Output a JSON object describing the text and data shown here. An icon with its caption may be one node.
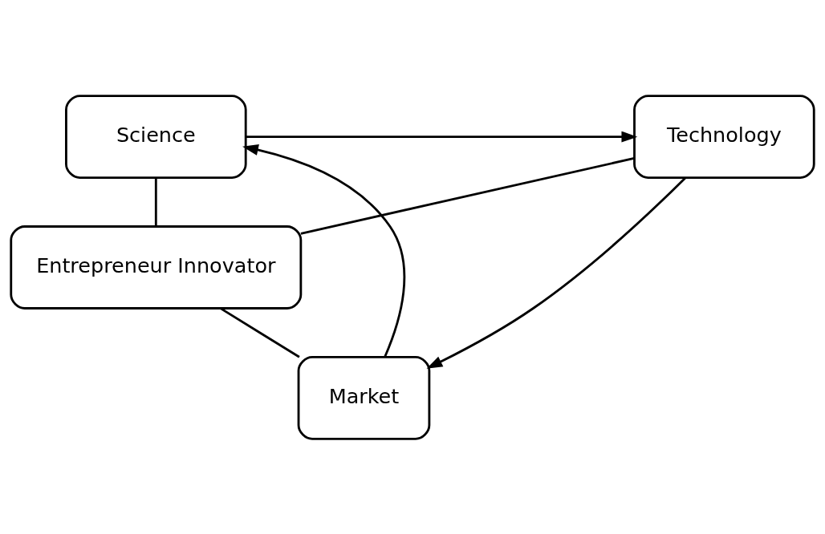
{
  "diagram": {
    "nodes": [
      {
        "text": [
          "Science"
        ]
      },
      {
        "text": [
          "Technology"
        ]
      },
      {
        "text": [
          "Entrepreneur Innovator"
        ]
      },
      {
        "text": [
          "Market"
        ]
      }
    ],
    "edges": [
      {
        "from": 0,
        "to": 1,
        "arrow": "to"
      },
      {
        "from": 1,
        "to": 3,
        "arrow": "to"
      },
      {
        "from": 3,
        "to": 0,
        "arrow": "to"
      },
      {
        "from": 0,
        "to": 2,
        "arrow": "none"
      },
      {
        "from": 1,
        "to": 2,
        "arrow": "none"
      },
      {
        "from": 2,
        "to": 3,
        "arrow": "none"
      }
    ]
  }
}
